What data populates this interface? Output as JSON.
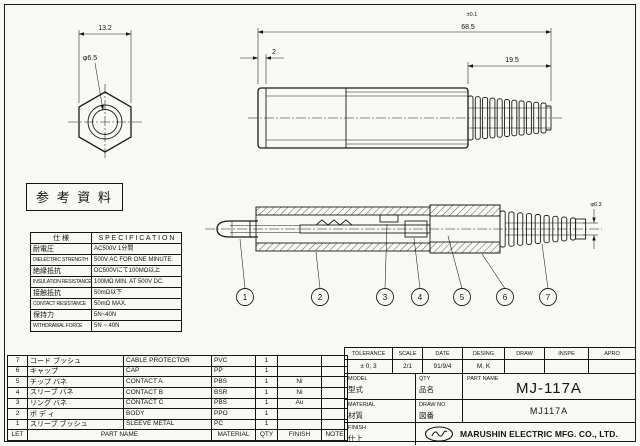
{
  "ref_label": "参 考 資 料",
  "dims": {
    "hex_width": "13.2",
    "hex_hole": "φ6.5",
    "overall_len": "68.5",
    "overall_tol": "±0.1",
    "step_len": "2",
    "boot_len": "19.5",
    "cable_hole": "φ6.3"
  },
  "callouts": [
    "1",
    "2",
    "3",
    "4",
    "5",
    "6",
    "7"
  ],
  "spec": {
    "rows": [
      {
        "label": "仕  様",
        "value": "S P E C I F I C A T I O N"
      },
      {
        "label": "耐電圧",
        "value": "AC500V 1分間"
      },
      {
        "label": "DIELECTRIC STRENGTH",
        "value": "500V AC FOR ONE MINUTE."
      },
      {
        "label": "絶縁抵抗",
        "value": "DC500Vにて100MΩ以上"
      },
      {
        "label": "INSULATION RESISTANCE",
        "value": "100MΩ MIN. AT 500V DC."
      },
      {
        "label": "接触抵抗",
        "value": "50mΩ以下"
      },
      {
        "label": "CONTACT RESISTANCE",
        "value": "50mΩ MAX."
      },
      {
        "label": "保持力",
        "value": "5N~40N"
      },
      {
        "label": "WITHDRAWAL FORCE",
        "value": "5N ~ 40N"
      }
    ]
  },
  "parts": {
    "header": {
      "no": "LET",
      "name": "PART NAME",
      "material": "MATERIAL",
      "qty": "QTY",
      "finish": "FINISH",
      "note": "NOTE"
    },
    "rows": [
      {
        "no": "7",
        "jp": "コード ブッシュ",
        "en": "CABLE PROTECTOR",
        "material": "PVC",
        "qty": "1",
        "finish": "",
        "note": ""
      },
      {
        "no": "6",
        "jp": "キャップ",
        "en": "CAP",
        "material": "PP",
        "qty": "1",
        "finish": "",
        "note": ""
      },
      {
        "no": "5",
        "jp": "チップ バネ",
        "en": "CONTACT A",
        "material": "PBS",
        "qty": "1",
        "finish": "Ni",
        "note": ""
      },
      {
        "no": "4",
        "jp": "スリーブ バネ",
        "en": "CONTACT B",
        "material": "BSR",
        "qty": "1",
        "finish": "Ni",
        "note": ""
      },
      {
        "no": "3",
        "jp": "リング バネ",
        "en": "CONTACT C",
        "material": "PBS",
        "qty": "1",
        "finish": "Au",
        "note": ""
      },
      {
        "no": "2",
        "jp": "ボ デ ィ",
        "en": "BODY",
        "material": "PPO",
        "qty": "1",
        "finish": "",
        "note": ""
      },
      {
        "no": "1",
        "jp": "スリーブ ブッシュ",
        "en": "SLEEVE METAL",
        "material": "PC",
        "qty": "1",
        "finish": "",
        "note": ""
      }
    ]
  },
  "tb": {
    "tolerance_label": "TOLERANCE",
    "tolerance": "± 0, 3",
    "scale_label": "SCALE",
    "scale": "2/1",
    "date_label": "DATE",
    "date": "91/9/4",
    "desing_label": "DESING",
    "desing": "M, K",
    "draw_label": "DRAW",
    "draw": "",
    "inspe_label": "INSPE",
    "inspe": "",
    "apro_label": "APRO",
    "apro": "",
    "model_en": "MODEL",
    "model_jp": "型式",
    "qty_en": "QTY",
    "qty_jp": "品名",
    "partname_label": "PART NAME",
    "partname_val": "MJ-117A",
    "material_en": "MATERIAL",
    "material_jp": "材質",
    "drawno_en": "DRAW NO",
    "drawno_jp": "図番",
    "drawno_val": "MJ117A",
    "finish_en": "FINISH",
    "finish_jp": "仕上",
    "company": "MARUSHIN ELECTRIC MFG. CO., LTD."
  }
}
